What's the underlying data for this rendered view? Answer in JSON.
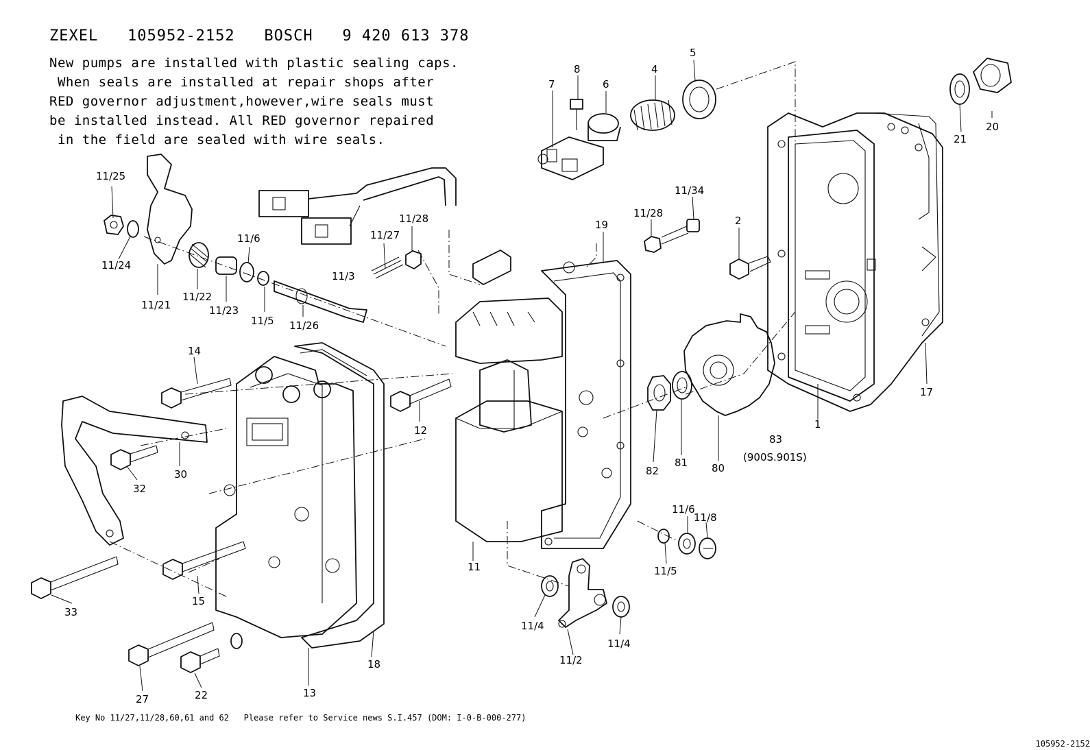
{
  "header": {
    "title": "ZEXEL   105952-2152   BOSCH   9 420 613 378"
  },
  "note": {
    "lines": [
      "New pumps are installed with plastic sealing caps.",
      " When seals are installed at repair shops after",
      "RED governor adjustment,however,wire seals must",
      "be installed instead. All RED governor repaired",
      " in the field are sealed with wire seals."
    ]
  },
  "callouts": {
    "c11_25": "11/25",
    "c11_24": "11/24",
    "c11_21": "11/21",
    "c11_22": "11/22",
    "c11_23": "11/23",
    "c11_6a": "11/6",
    "c11_5a": "11/5",
    "c11_26": "11/26",
    "c11_27": "11/27",
    "c11_28a": "11/28",
    "c11_3": "11/3",
    "c7": "7",
    "c8": "8",
    "c6": "6",
    "c4": "4",
    "c5": "5",
    "c21": "21",
    "c20": "20",
    "c11_28b": "11/28",
    "c11_34": "11/34",
    "c19": "19",
    "c2": "2",
    "c14": "14",
    "c12": "12",
    "c30": "30",
    "c32": "32",
    "c82": "82",
    "c81": "81",
    "c80": "80",
    "c83": "83",
    "c83_sub": "(900S.901S)",
    "c1": "1",
    "c17": "17",
    "c11_6b": "11/6",
    "c11_8": "11/8",
    "c11_5b": "11/5",
    "c11": "11",
    "c33": "33",
    "c15": "15",
    "c11_4a": "11/4",
    "c11_4b": "11/4",
    "c11_2": "11/2",
    "c18": "18",
    "c27": "27",
    "c22": "22",
    "c13": "13"
  },
  "footer": {
    "text": "Key No 11/27,11/28,60,61 and 62   Please refer to Service news S.I.457 (DOM: I-0-B-000-277)"
  },
  "corner_text": "105952-2152"
}
